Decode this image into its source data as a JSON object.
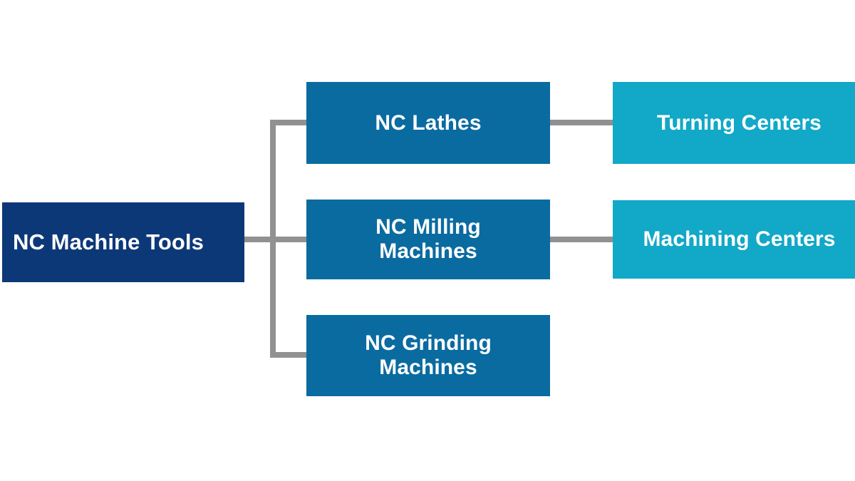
{
  "diagram": {
    "type": "hierarchy-tree",
    "background_color": "#ffffff",
    "connector_color": "#919191",
    "nodes": {
      "root": {
        "label": "NC Machine Tools",
        "color": "#0d3878",
        "level": 1
      },
      "lathes": {
        "label": "NC Lathes",
        "color": "#0a6ba0",
        "level": 2
      },
      "milling": {
        "label": "NC Milling Machines",
        "line1": "NC Milling",
        "line2": "Machines",
        "color": "#0a6ba0",
        "level": 2
      },
      "grinding": {
        "label": "NC Grinding Machines",
        "line1": "NC Grinding",
        "line2": "Machines",
        "color": "#0a6ba0",
        "level": 2
      },
      "turning_centers": {
        "label": "Turning Centers",
        "color": "#12a8c8",
        "level": 3
      },
      "machining_centers": {
        "label": "Machining Centers",
        "color": "#12a8c8",
        "level": 3
      }
    }
  }
}
